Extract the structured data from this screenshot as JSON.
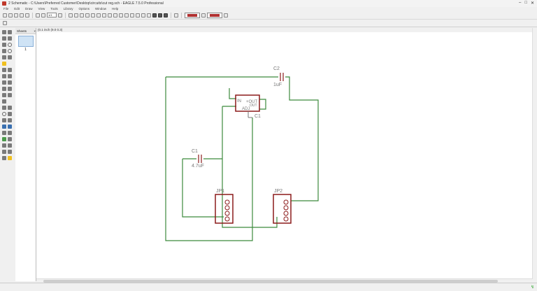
{
  "window": {
    "title": "2 Schematic - C:\\Users\\Preferred Customer\\Desktop\\circuits\\cut reg.sch - EAGLE 7.5.0 Professional",
    "minimize": "–",
    "maximize": "□",
    "close": "✕"
  },
  "menu": [
    "File",
    "Edit",
    "Draw",
    "View",
    "Tools",
    "Library",
    "Options",
    "Window",
    "Help"
  ],
  "toolbar": {
    "sheet_value": "1/1"
  },
  "sheets_panel": {
    "title": "Sheets",
    "close": "×",
    "sheet_number": "1"
  },
  "coordinate_readout": "(0.1 inch (9.0 0.3)",
  "schematic": {
    "c2": {
      "name": "C2",
      "value": "1uF"
    },
    "regulator": {
      "in": "IN",
      "out": "+OUT",
      "out2": "OUT",
      "adj": "ADJ",
      "name": "C1"
    },
    "c1": {
      "name": "C1",
      "value": "4.7uF"
    },
    "jp1": {
      "name": "JP1"
    },
    "jp2": {
      "name": "JP2"
    },
    "colors": {
      "wire": "#3c8a3c",
      "part": "#8b1a1a",
      "label": "#777777"
    }
  },
  "status": {
    "indicator": "↯"
  }
}
